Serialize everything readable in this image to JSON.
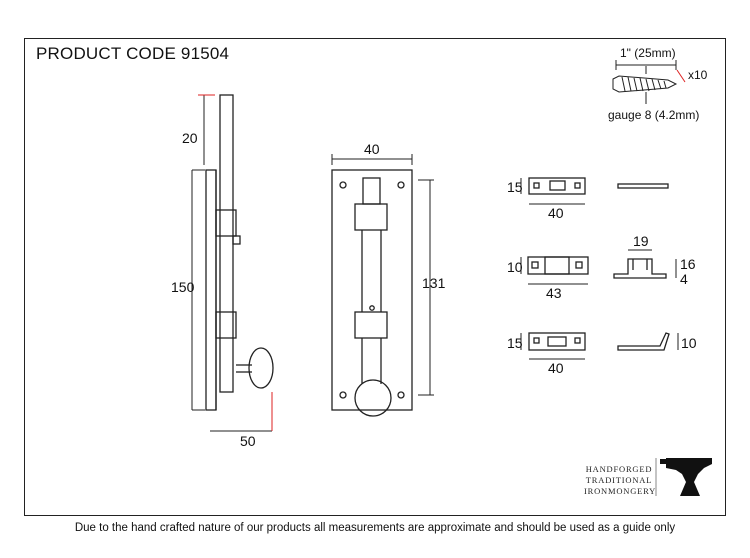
{
  "header": {
    "product_code": "PRODUCT CODE 91504"
  },
  "screw": {
    "length": "1\" (25mm)",
    "quantity": "x10",
    "gauge": "gauge 8 (4.2mm)"
  },
  "side_view": {
    "top_offset": "20",
    "height": "150",
    "depth": "50"
  },
  "front_view": {
    "width": "40",
    "hole_spacing": "131"
  },
  "keepers": [
    {
      "height": "15",
      "width": "40"
    },
    {
      "height": "10",
      "width": "43",
      "profile_width": "19",
      "profile_height": "16",
      "profile_depth": "4"
    },
    {
      "height": "15",
      "width": "40",
      "profile_height": "10"
    }
  ],
  "logo": {
    "line1": "HANDFORGED",
    "line2": "TRADITIONAL",
    "line3": "IRONMONGERY"
  },
  "footer": {
    "note": "Due to the hand crafted nature of our products all measurements are approximate and should be used as a guide only"
  }
}
